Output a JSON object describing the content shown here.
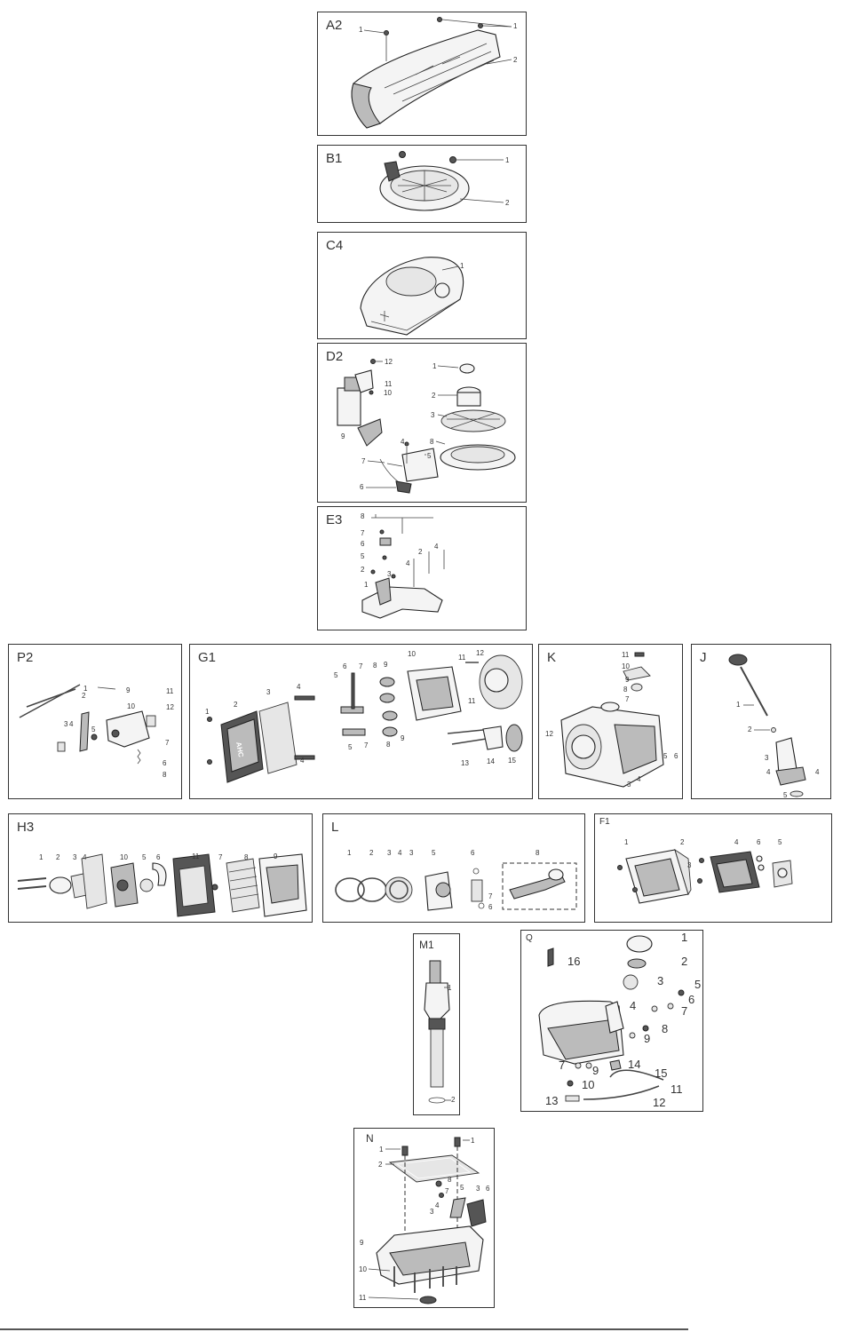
{
  "panels": [
    {
      "id": "A2",
      "title": "A2",
      "labels": [
        "1",
        "1",
        "2"
      ]
    },
    {
      "id": "B1",
      "title": "B1",
      "labels": [
        "1",
        "2"
      ]
    },
    {
      "id": "C4",
      "title": "C4",
      "labels": [
        "1"
      ]
    },
    {
      "id": "D2",
      "title": "D2",
      "labels": [
        "12",
        "11",
        "10",
        "9",
        "1",
        "2",
        "3",
        "4",
        "8",
        "5",
        "7",
        "6"
      ]
    },
    {
      "id": "E3",
      "title": "E3",
      "labels": [
        "8",
        "7",
        "6",
        "5",
        "2",
        "4",
        "1",
        "3",
        "2",
        "4"
      ]
    },
    {
      "id": "P2",
      "title": "P2",
      "labels": [
        "1",
        "2",
        "9",
        "11",
        "10",
        "12",
        "5",
        "3",
        "4",
        "7",
        "6",
        "8"
      ]
    },
    {
      "id": "G1",
      "title": "G1",
      "labels": [
        "10",
        "12",
        "11",
        "6",
        "7",
        "8",
        "9",
        "5",
        "4",
        "2",
        "3",
        "1",
        "7",
        "8",
        "9",
        "11",
        "4",
        "5",
        "13",
        "14",
        "15"
      ]
    },
    {
      "id": "K",
      "title": "K",
      "labels": [
        "11",
        "10",
        "9",
        "8",
        "7",
        "12",
        "5",
        "6",
        "3",
        "4"
      ]
    },
    {
      "id": "J",
      "title": "J",
      "labels": [
        "1",
        "2",
        "3",
        "4",
        "4",
        "5"
      ]
    },
    {
      "id": "H3",
      "title": "H3",
      "labels": [
        "1",
        "2",
        "3",
        "4",
        "10",
        "5",
        "6",
        "11",
        "7",
        "8",
        "9"
      ]
    },
    {
      "id": "L",
      "title": "L",
      "labels": [
        "1",
        "2",
        "3",
        "4",
        "3",
        "5",
        "6",
        "7",
        "6",
        "8"
      ]
    },
    {
      "id": "F1",
      "title": "F1",
      "labels": [
        "1",
        "2",
        "4",
        "6",
        "5",
        "3"
      ]
    },
    {
      "id": "M1",
      "title": "M1",
      "labels": [
        "1",
        "2"
      ]
    },
    {
      "id": "Q",
      "title": "Q",
      "labels": [
        "16",
        "1",
        "2",
        "3",
        "5",
        "6",
        "4",
        "7",
        "8",
        "9",
        "7",
        "9",
        "14",
        "15",
        "10",
        "11",
        "13",
        "12"
      ]
    },
    {
      "id": "N",
      "title": "N",
      "labels": [
        "1",
        "1",
        "2",
        "8",
        "7",
        "5",
        "3",
        "6",
        "4",
        "3",
        "9",
        "10",
        "11"
      ]
    }
  ],
  "stamps": {
    "g1_cover_mark": "AHC"
  },
  "colors": {
    "line": "#333333",
    "part_fill": "#f4f4f4",
    "dark_fill": "#555555"
  }
}
